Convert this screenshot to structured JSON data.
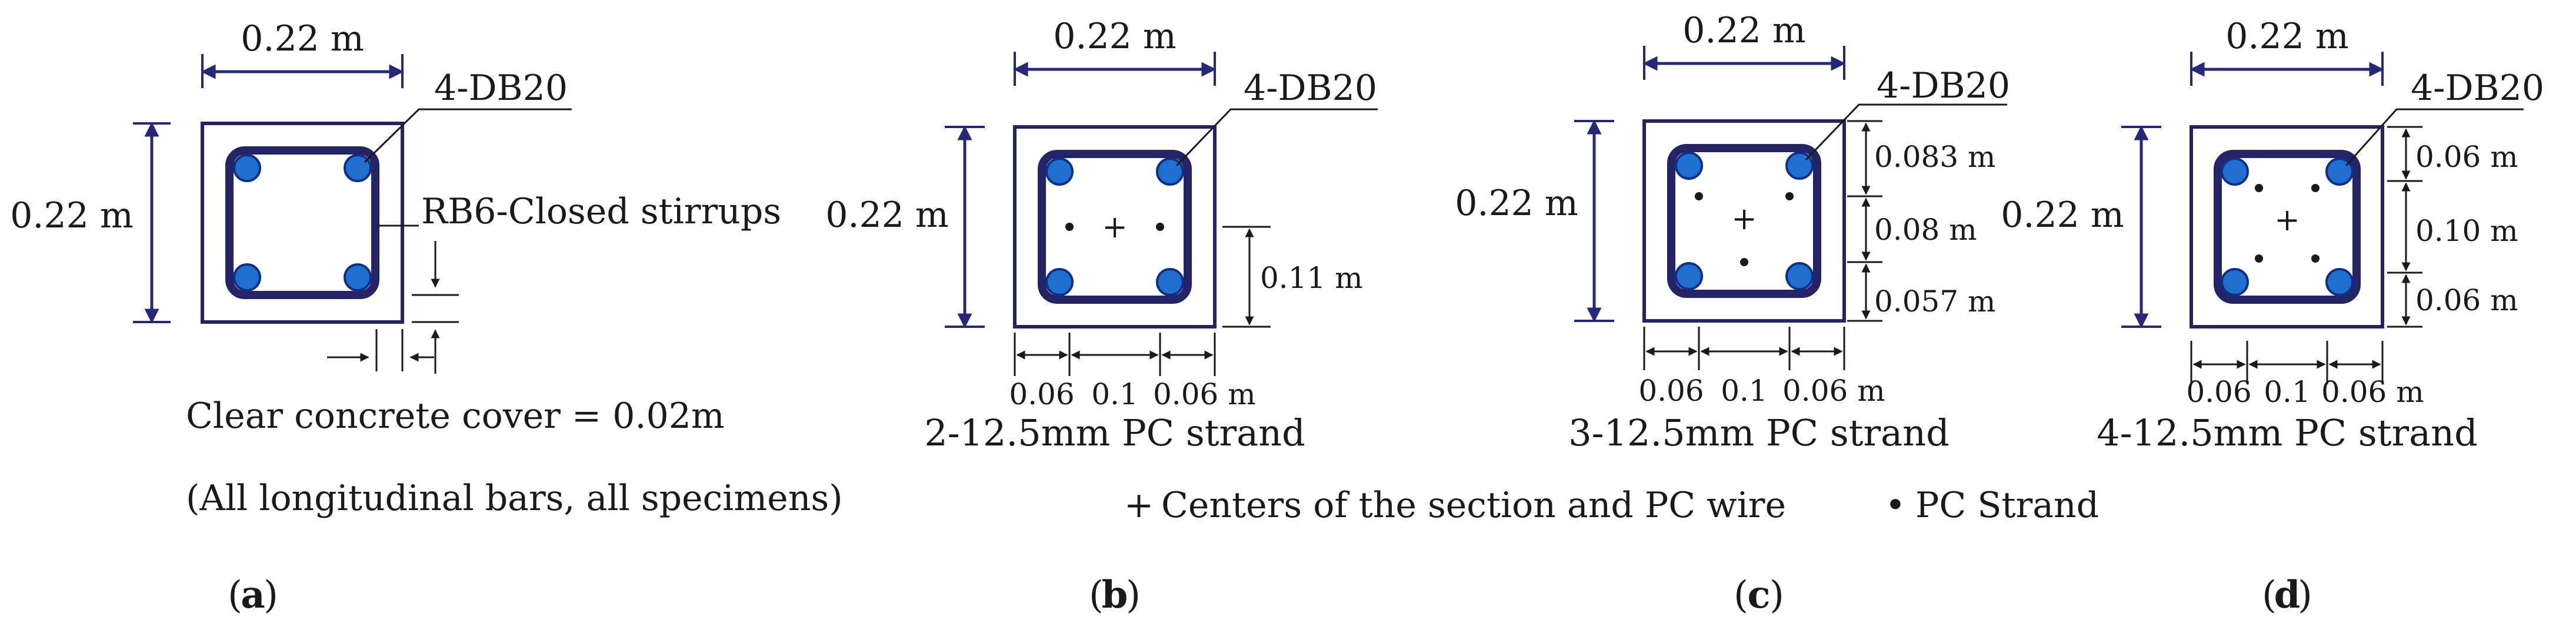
{
  "colors": {
    "outline": "#232366",
    "dimension": "#27277a",
    "rebar": "#1f6fd1",
    "rebar_edge": "#0e2f86",
    "stirrup": "#232366",
    "text": "#1a1a1a"
  },
  "panels": {
    "a": {
      "width_label": "0.22 m",
      "height_label": "0.22 m",
      "rebar_label": "4-DB20",
      "stirrup_label": "RB6-Closed stirrups",
      "cover_note": "Clear concrete cover = 0.02m",
      "bars_note": "(All longitudinal bars, all specimens)",
      "letter": "a"
    },
    "b": {
      "width_label": "0.22 m",
      "height_label": "0.22 m",
      "rebar_label": "4-DB20",
      "strand_offset_label": "0.11 m",
      "bottom_dims": [
        "0.06",
        "0.1",
        "0.06 m"
      ],
      "caption": "2-12.5mm PC strand",
      "letter": "b"
    },
    "c": {
      "width_label": "0.22 m",
      "height_label": "0.22 m",
      "rebar_label": "4-DB20",
      "right_dims": [
        "0.083 m",
        "0.08 m",
        "0.057 m"
      ],
      "bottom_dims": [
        "0.06",
        "0.1",
        "0.06 m"
      ],
      "caption": "3-12.5mm PC strand",
      "letter": "c"
    },
    "d": {
      "width_label": "0.22 m",
      "height_label": "0.22 m",
      "rebar_label": "4-DB20",
      "right_dims": [
        "0.06 m",
        "0.10 m",
        "0.06 m"
      ],
      "bottom_dims": [
        "0.06",
        "0.1",
        "0.06 m"
      ],
      "caption": "4-12.5mm PC strand",
      "letter": "d"
    }
  },
  "legend": {
    "center_marker": "+",
    "center_text": "Centers of the section and PC wire",
    "strand_marker": "•",
    "strand_text": "PC Strand"
  },
  "parens": {
    "open": "(",
    "close": ")"
  }
}
